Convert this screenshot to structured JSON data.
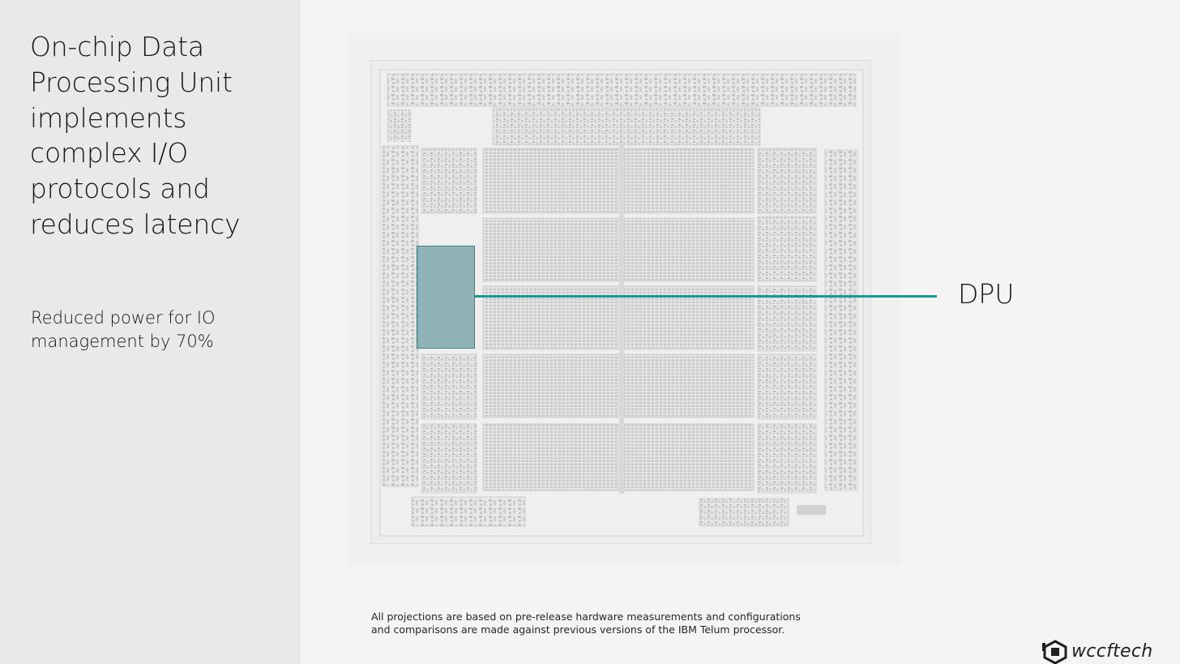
{
  "headline": {
    "lines": [
      "On-chip Data",
      "Processing Unit",
      "implements",
      "complex I/O",
      "protocols and",
      "reduces latency"
    ]
  },
  "subtext": {
    "lines": [
      "Reduced power for IO",
      "management by 70%"
    ]
  },
  "callout": {
    "label": "DPU",
    "line_color": "#159a96",
    "highlight_color": "#408286"
  },
  "footnote": {
    "lines": [
      "All projections are based on pre-release hardware measurements and configurations",
      "and comparisons are made against previous versions of the IBM Telum processor."
    ]
  },
  "watermark": {
    "logo": "wccftech"
  }
}
